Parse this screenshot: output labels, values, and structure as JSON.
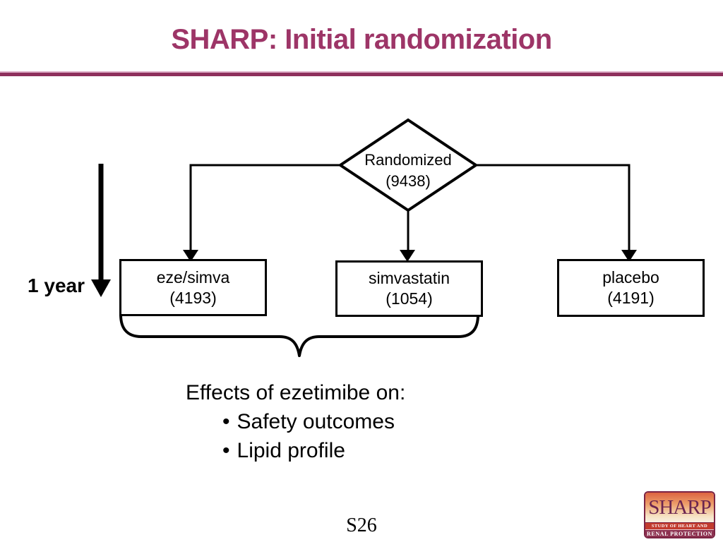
{
  "slide": {
    "title": "SHARP: Initial randomization",
    "footer_code": "S26"
  },
  "flowchart": {
    "root_label": "Randomized",
    "root_count": "(9438)",
    "timeline_label": "1 year",
    "arms": [
      {
        "label": "eze/simva",
        "count": "(4193)"
      },
      {
        "label": "simvastatin",
        "count": "(1054)"
      },
      {
        "label": "placebo",
        "count": "(4191)"
      }
    ],
    "bullet_char": "•",
    "note_heading": "Effects of ezetimibe on:",
    "bullets": [
      "Safety outcomes",
      "Lipid profile"
    ]
  },
  "logo": {
    "word": "SHARP",
    "tagline_line1": "STUDY OF HEART AND",
    "tagline_line2": "RENAL PROTECTION"
  },
  "colors": {
    "title_accent": "#9d3567",
    "title_rule": "#8e2f5c",
    "shape_stroke": "#000000",
    "logo_border": "#7b2444",
    "logo_band1": "#c23b2e",
    "logo_band2": "#8d3150"
  }
}
